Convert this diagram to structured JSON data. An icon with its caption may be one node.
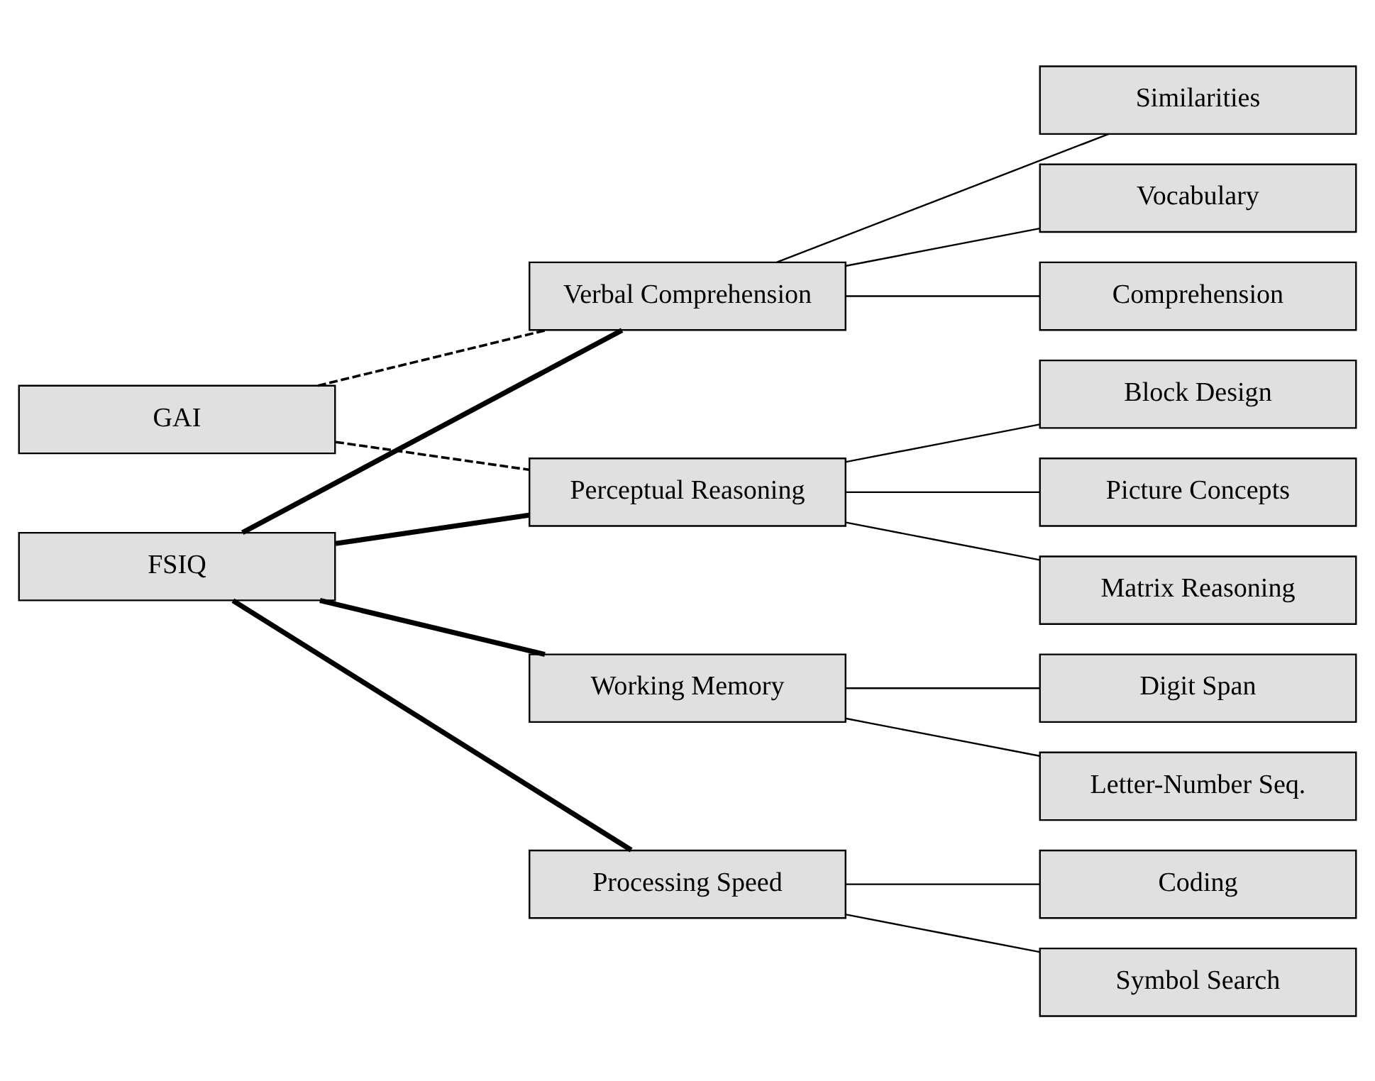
{
  "diagram": {
    "nodes": [
      {
        "text": [
          "GAI"
        ]
      },
      {
        "text": [
          "FSIQ"
        ]
      },
      {
        "text": [
          "Verbal Comprehension"
        ]
      },
      {
        "text": [
          "Similarities"
        ]
      },
      {
        "text": [
          "Vocabulary"
        ]
      },
      {
        "text": [
          "Comprehension"
        ]
      },
      {
        "text": [
          "Perceptual Reasoning"
        ]
      },
      {
        "text": [
          "Block Design"
        ]
      },
      {
        "text": [
          "Picture Concepts"
        ]
      },
      {
        "text": [
          "Matrix Reasoning"
        ]
      },
      {
        "text": [
          "Working Memory"
        ]
      },
      {
        "text": [
          "Digit Span"
        ]
      },
      {
        "text": [
          "Letter-Number Seq."
        ]
      },
      {
        "text": [
          "Processing Speed"
        ]
      },
      {
        "text": [
          "Coding"
        ]
      },
      {
        "text": [
          "Symbol Search"
        ]
      }
    ],
    "edges": [
      {
        "from": 0,
        "to": 2,
        "arrow": "none",
        "style": "dashed"
      },
      {
        "from": 0,
        "to": 6,
        "arrow": "none",
        "style": "dashed"
      },
      {
        "from": 1,
        "to": 2,
        "arrow": "none",
        "style": "thick"
      },
      {
        "from": 1,
        "to": 6,
        "arrow": "none",
        "style": "thick"
      },
      {
        "from": 1,
        "to": 10,
        "arrow": "none",
        "style": "thick"
      },
      {
        "from": 1,
        "to": 13,
        "arrow": "none",
        "style": "thick"
      },
      {
        "from": 2,
        "to": 3,
        "arrow": "none"
      },
      {
        "from": 2,
        "to": 4,
        "arrow": "none"
      },
      {
        "from": 2,
        "to": 5,
        "arrow": "none"
      },
      {
        "from": 6,
        "to": 7,
        "arrow": "none"
      },
      {
        "from": 6,
        "to": 8,
        "arrow": "none"
      },
      {
        "from": 6,
        "to": 9,
        "arrow": "none"
      },
      {
        "from": 10,
        "to": 11,
        "arrow": "none"
      },
      {
        "from": 10,
        "to": 12,
        "arrow": "none"
      },
      {
        "from": 13,
        "to": 14,
        "arrow": "none"
      },
      {
        "from": 13,
        "to": 15,
        "arrow": "none"
      }
    ]
  }
}
